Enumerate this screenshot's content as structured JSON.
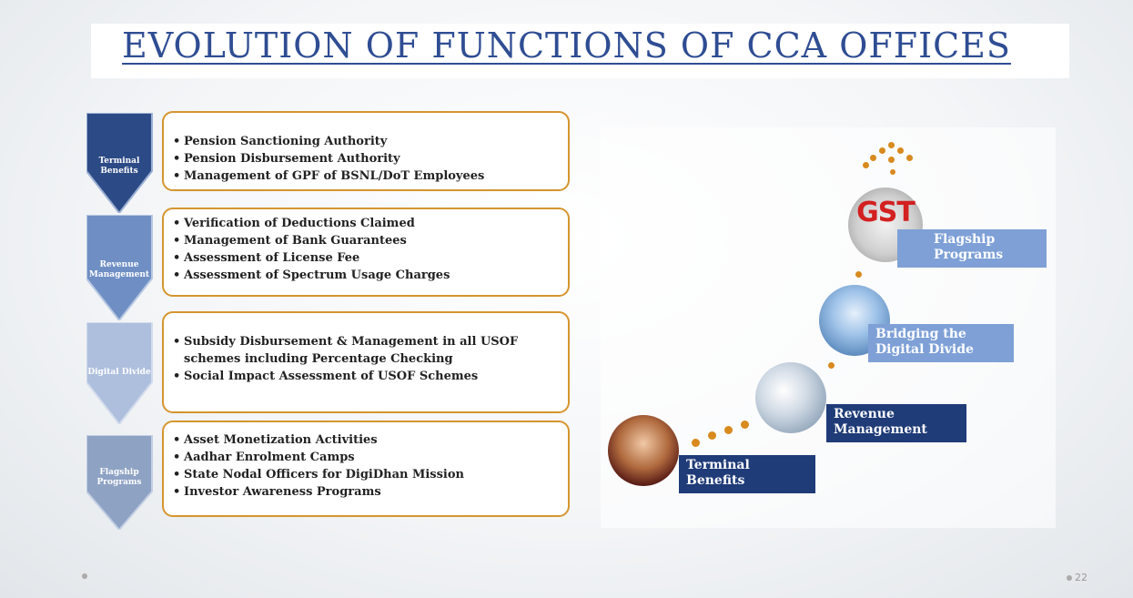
{
  "slide": {
    "title": "EVOLUTION OF FUNCTIONS OF CCA OFFICES",
    "slide_number": "22"
  },
  "rows": [
    {
      "label": "Terminal Benefits",
      "color": "#2c4a85",
      "items": [
        "Pension Sanctioning Authority",
        "Pension Disbursement Authority",
        "Management of GPF of BSNL/DoT Employees"
      ]
    },
    {
      "label": "Revenue Management",
      "color": "#6f8fc4",
      "items": [
        "Verification of Deductions Claimed",
        "Management of Bank Guarantees",
        "Assessment of License Fee",
        "Assessment of Spectrum Usage Charges"
      ]
    },
    {
      "label": "Digital Divide",
      "color": "#aebfdd",
      "items": [
        "Subsidy Disbursement & Management in all USOF schemes including Percentage Checking",
        "Social Impact Assessment of USOF Schemes"
      ]
    },
    {
      "label": "Flagship Programs",
      "color": "#8ea2c4",
      "items": [
        "Asset Monetization Activities",
        "Aadhar Enrolment Camps",
        "State Nodal Officers for DigiDhan Mission",
        "Investor Awareness Programs"
      ]
    }
  ],
  "steps": {
    "terminal": "Terminal Benefits",
    "revenue": "Revenue Management",
    "bridging": "Bridging the Digital Divide",
    "flagship": "Flagship Programs",
    "gst_logo": "GST"
  },
  "colors": {
    "title": "#2f4d93",
    "box_border": "#d5952e",
    "dots": "#d88a1e",
    "step_dark": "#1f3b78",
    "step_light": "#7ea0d6"
  }
}
